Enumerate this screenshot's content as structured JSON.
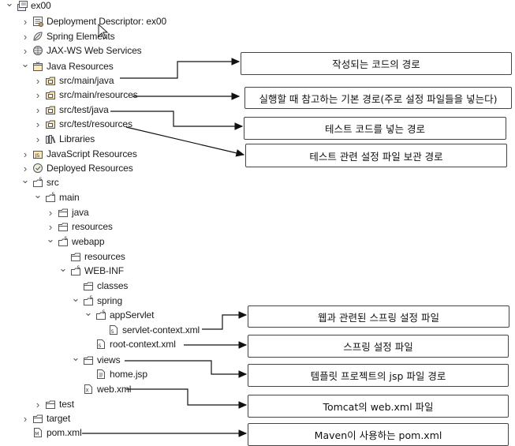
{
  "tree": [
    {
      "id": "ex00",
      "label": "ex00",
      "toggle": "expanded",
      "icon": "project-icon"
    },
    {
      "id": "deployment-descriptor",
      "label": "Deployment Descriptor: ex00",
      "toggle": "collapsed",
      "icon": "deployment-descriptor-icon"
    },
    {
      "id": "spring-elements",
      "label": "Spring Elements",
      "toggle": "collapsed",
      "icon": "spring-leaf-icon"
    },
    {
      "id": "jaxws",
      "label": "JAX-WS Web Services",
      "toggle": "collapsed",
      "icon": "web-services-icon"
    },
    {
      "id": "java-resources",
      "label": "Java Resources",
      "toggle": "expanded",
      "icon": "java-resources-icon"
    },
    {
      "id": "src-main-java",
      "label": "src/main/java",
      "toggle": "collapsed",
      "icon": "package-folder-icon"
    },
    {
      "id": "src-main-resources",
      "label": "src/main/resources",
      "toggle": "collapsed",
      "icon": "package-folder-icon"
    },
    {
      "id": "src-test-java",
      "label": "src/test/java",
      "toggle": "collapsed",
      "icon": "package-folder-icon"
    },
    {
      "id": "src-test-resources",
      "label": "src/test/resources",
      "toggle": "collapsed",
      "icon": "package-folder-icon"
    },
    {
      "id": "libraries",
      "label": "Libraries",
      "toggle": "collapsed",
      "icon": "libraries-icon"
    },
    {
      "id": "javascript-resources",
      "label": "JavaScript Resources",
      "toggle": "collapsed",
      "icon": "javascript-resources-icon"
    },
    {
      "id": "deployed-resources",
      "label": "Deployed Resources",
      "toggle": "collapsed",
      "icon": "deployed-resources-icon"
    },
    {
      "id": "src",
      "label": "src",
      "toggle": "expanded",
      "icon": "spring-folder-icon"
    },
    {
      "id": "main",
      "label": "main",
      "toggle": "expanded",
      "icon": "spring-folder-icon"
    },
    {
      "id": "java",
      "label": "java",
      "toggle": "collapsed",
      "icon": "folder-icon"
    },
    {
      "id": "resources",
      "label": "resources",
      "toggle": "collapsed",
      "icon": "folder-icon"
    },
    {
      "id": "webapp",
      "label": "webapp",
      "toggle": "expanded",
      "icon": "spring-folder-icon"
    },
    {
      "id": "webapp-resources",
      "label": "resources",
      "toggle": "none",
      "icon": "folder-icon"
    },
    {
      "id": "web-inf",
      "label": "WEB-INF",
      "toggle": "expanded",
      "icon": "spring-folder-icon"
    },
    {
      "id": "classes",
      "label": "classes",
      "toggle": "none",
      "icon": "folder-icon"
    },
    {
      "id": "spring",
      "label": "spring",
      "toggle": "expanded",
      "icon": "spring-folder-icon"
    },
    {
      "id": "appservlet",
      "label": "appServlet",
      "toggle": "expanded",
      "icon": "spring-folder-icon"
    },
    {
      "id": "servlet-context",
      "label": "servlet-context.xml",
      "toggle": "none",
      "icon": "spring-xml-icon"
    },
    {
      "id": "root-context",
      "label": "root-context.xml",
      "toggle": "none",
      "icon": "spring-xml-icon"
    },
    {
      "id": "views",
      "label": "views",
      "toggle": "expanded",
      "icon": "folder-icon"
    },
    {
      "id": "home-jsp",
      "label": "home.jsp",
      "toggle": "none",
      "icon": "jsp-file-icon"
    },
    {
      "id": "web-xml",
      "label": "web.xml",
      "toggle": "none",
      "icon": "xml-file-icon"
    },
    {
      "id": "test",
      "label": "test",
      "toggle": "collapsed",
      "icon": "folder-icon"
    },
    {
      "id": "target",
      "label": "target",
      "toggle": "collapsed",
      "icon": "folder-icon"
    },
    {
      "id": "pom-xml",
      "label": "pom.xml",
      "toggle": "none",
      "icon": "maven-pom-icon"
    }
  ],
  "callouts": [
    {
      "id": "src-main-java",
      "text": "작성되는 코드의 경로"
    },
    {
      "id": "src-main-resources",
      "text": "실행할 때 참고하는 기본 경로(주로 설정 파일들을 넣는다)"
    },
    {
      "id": "src-test-java",
      "text": "테스트 코드를 넣는 경로"
    },
    {
      "id": "src-test-resources",
      "text": "테스트 관련 설정 파일 보관 경로"
    },
    {
      "id": "servlet-context",
      "text": "웹과 관련된 스프링 설정 파일"
    },
    {
      "id": "root-context",
      "text": "스프링 설정 파일"
    },
    {
      "id": "views",
      "text": "템플릿 프로젝트의 jsp 파일 경로"
    },
    {
      "id": "web-xml",
      "text": "Tomcat의 web.xml 파일"
    },
    {
      "id": "pom-xml",
      "text": "Maven이 사용하는 pom.xml"
    }
  ]
}
